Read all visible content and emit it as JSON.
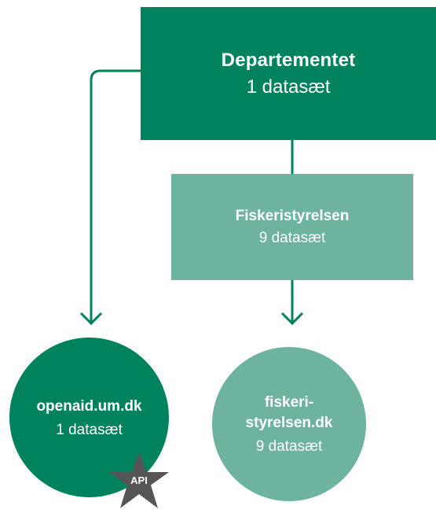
{
  "nodes": {
    "department": {
      "name": "Departementet",
      "count": "1 datasæt"
    },
    "fiskeristyrelsen": {
      "name": "Fiskeristyrelsen",
      "count": "9 datasæt"
    },
    "openaid": {
      "name": "openaid.um.dk",
      "count": "1 datasæt"
    },
    "fiskeristyrelsen_dk": {
      "name_line1": "fiskeri-",
      "name_line2": "styrelsen.dk",
      "count": "9 datasæt"
    }
  },
  "badge": {
    "label": "API"
  },
  "colors": {
    "dark_green": "#00825f",
    "light_green": "#6db3a0",
    "badge_gray": "#555555"
  },
  "icons": [
    "arrow-down-icon",
    "star-icon"
  ]
}
